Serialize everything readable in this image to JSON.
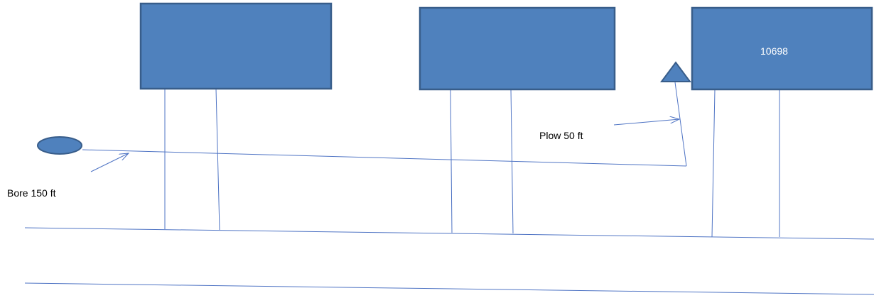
{
  "labels": {
    "house_3_number": "10698",
    "plow": "Plow 50 ft",
    "bore": "Bore 150 ft"
  },
  "colors": {
    "shape_fill": "#4f81bd",
    "shape_stroke": "#385d8a",
    "line": "#4f74c4",
    "house_text": "#ffffff",
    "label_text": "#000000"
  }
}
